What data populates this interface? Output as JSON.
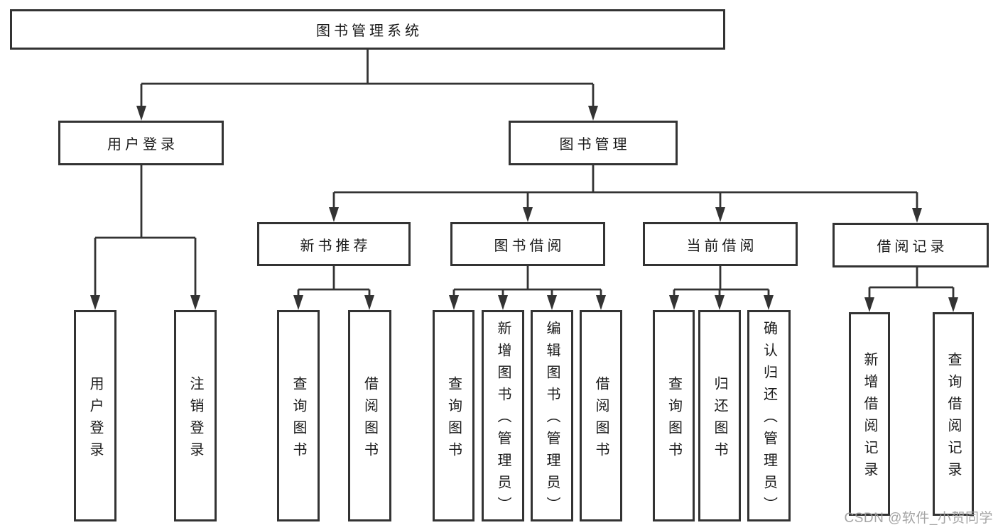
{
  "diagram": {
    "title": "图书管理系统",
    "type": "functional-structure-tree"
  },
  "nodes": {
    "root": "图书管理系统",
    "user_login": "用户登录",
    "book_management": "图书管理",
    "new_book_recommendation": "新书推荐",
    "book_borrowing": "图书借阅",
    "current_borrowing": "当前借阅",
    "borrowing_records": "借阅记录"
  },
  "leaves": {
    "user_login": "用户登录",
    "logout": "注销登录",
    "recommend_query_books": "查询图书",
    "recommend_borrow_books": "借阅图书",
    "borrowing_query_books": "查询图书",
    "borrowing_add_books": "新增图书（管理员）",
    "borrowing_edit_books": "编辑图书（管理员）",
    "borrowing_borrow_books": "借阅图书",
    "current_query_books": "查询图书",
    "current_return_books": "归还图书",
    "current_confirm_return": "确认归还（管理员）",
    "records_add_record": "新增借阅记录",
    "records_query_record": "查询借阅记录"
  },
  "watermark": "CSDN @软件_小贺同学",
  "colors": {
    "line": "#333333",
    "box_background": "#ffffff",
    "text": "#1a1a1a",
    "watermark": "#9b9b9b",
    "background": "#ffffff"
  }
}
